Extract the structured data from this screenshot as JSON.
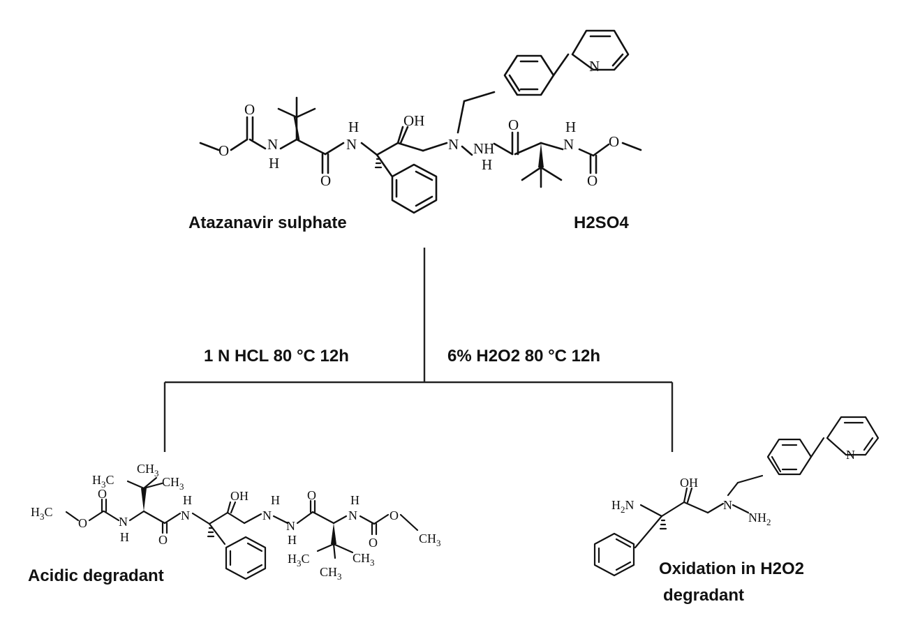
{
  "parent": {
    "name": "Atazanavir sulphate",
    "salt": "H2SO4"
  },
  "conditions": {
    "acid": "1 N HCL 80 °C 12h",
    "oxidative": "6% H2O2 80 °C 12h"
  },
  "products": {
    "acidic": "Acidic degradant",
    "oxidative_line1": "Oxidation in H2O2",
    "oxidative_line2": "degradant"
  },
  "atoms": {
    "o": "O",
    "n": "N",
    "h": "H",
    "nh": "NH",
    "oh": "OH",
    "h3c": "H",
    "ch3": "CH",
    "h2n": "H",
    "nh2": "NH",
    "sub3": "3",
    "sub2": "2"
  }
}
